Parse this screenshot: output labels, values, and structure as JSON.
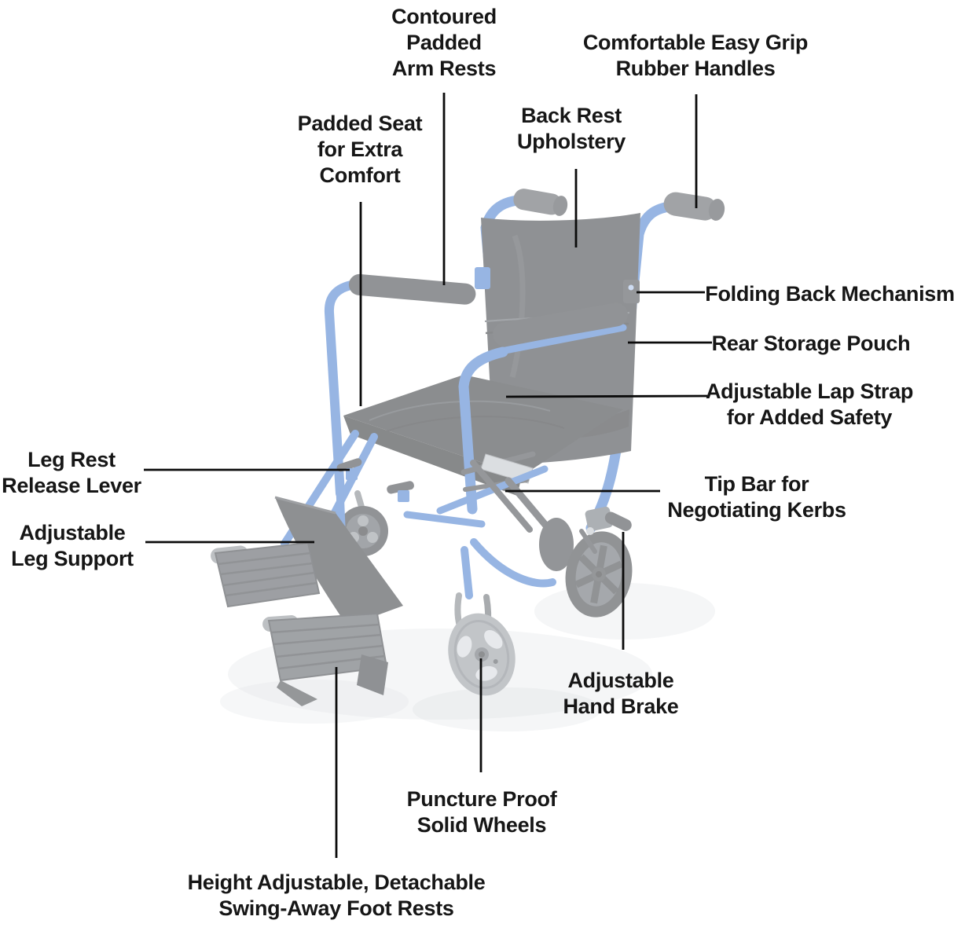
{
  "colors": {
    "background": "#ffffff",
    "label_text": "#161616",
    "leader_line": "#0b0b0b",
    "frame_blue": "#2e6bc6",
    "upholstery_dark": "#1f2328",
    "pad_dark": "#23272c",
    "grip_gray": "#42474d",
    "caster_gray": "#848a91",
    "silver": "#b6bcc2",
    "shadow": "#b9c0c6"
  },
  "diagram": {
    "labels": [
      {
        "id": "contoured-padded-arm-rests",
        "lines": [
          "Contoured",
          "Padded",
          "Arm Rests"
        ]
      },
      {
        "id": "comfortable-easy-grip-rubber-handles",
        "lines": [
          "Comfortable Easy Grip",
          "Rubber Handles"
        ]
      },
      {
        "id": "padded-seat-for-extra-comfort",
        "lines": [
          "Padded Seat",
          "for Extra",
          "Comfort"
        ]
      },
      {
        "id": "back-rest-upholstery",
        "lines": [
          "Back Rest",
          "Upholstery"
        ]
      },
      {
        "id": "folding-back-mechanism",
        "lines": [
          "Folding Back Mechanism"
        ]
      },
      {
        "id": "rear-storage-pouch",
        "lines": [
          "Rear Storage Pouch"
        ]
      },
      {
        "id": "adjustable-lap-strap",
        "lines": [
          "Adjustable Lap Strap",
          "for Added Safety"
        ]
      },
      {
        "id": "leg-rest-release-lever",
        "lines": [
          "Leg Rest",
          "Release Lever"
        ]
      },
      {
        "id": "adjustable-leg-support",
        "lines": [
          "Adjustable",
          "Leg Support"
        ]
      },
      {
        "id": "tip-bar",
        "lines": [
          "Tip Bar for",
          "Negotiating Kerbs"
        ]
      },
      {
        "id": "adjustable-hand-brake",
        "lines": [
          "Adjustable",
          "Hand Brake"
        ]
      },
      {
        "id": "puncture-proof-solid-wheels",
        "lines": [
          "Puncture Proof",
          "Solid Wheels"
        ]
      },
      {
        "id": "foot-rests",
        "lines": [
          "Height Adjustable, Detachable",
          "Swing-Away Foot Rests"
        ]
      }
    ]
  }
}
